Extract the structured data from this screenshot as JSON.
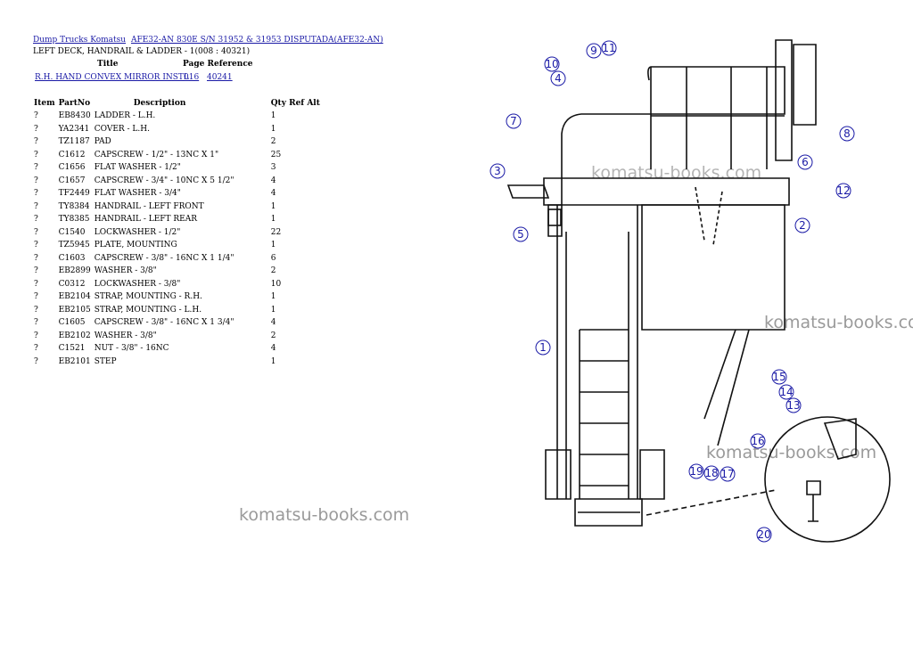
{
  "breadcrumb": {
    "category": "Dump Trucks Komatsu",
    "model": "AFE32-AN 830E S/N 31952 & 31953 DISPUTADA(AFE32-AN)"
  },
  "subtitle": "LEFT DECK, HANDRAIL & LADDER - 1(008 : 40321)",
  "reference_table": {
    "headers": {
      "title": "Title",
      "page": "Page Reference"
    },
    "rows": [
      {
        "title": "R.H. HAND CONVEX MIRROR INSTL",
        "page": "016",
        "ref": "40241"
      }
    ]
  },
  "parts_table": {
    "headers": {
      "item": "Item",
      "partno": "PartNo",
      "description": "Description",
      "qty": "Qty",
      "ref": "Ref",
      "alt": "Alt"
    },
    "rows": [
      {
        "item": "?",
        "partno": "EB8430",
        "description": "LADDER - L.H.",
        "qty": "1"
      },
      {
        "item": "?",
        "partno": "YA2341",
        "description": "COVER - L.H.",
        "qty": "1"
      },
      {
        "item": "?",
        "partno": "TZ1187",
        "description": "PAD",
        "qty": "2"
      },
      {
        "item": "?",
        "partno": "C1612",
        "description": "CAPSCREW - 1/2\" - 13NC X 1\"",
        "qty": "25"
      },
      {
        "item": "?",
        "partno": "C1656",
        "description": "FLAT WASHER - 1/2\"",
        "qty": "3"
      },
      {
        "item": "?",
        "partno": "C1657",
        "description": "CAPSCREW - 3/4\" - 10NC X 5 1/2\"",
        "qty": "4"
      },
      {
        "item": "?",
        "partno": "TF2449",
        "description": "FLAT WASHER - 3/4\"",
        "qty": "4"
      },
      {
        "item": "?",
        "partno": "TY8384",
        "description": "HANDRAIL - LEFT FRONT",
        "qty": "1"
      },
      {
        "item": "?",
        "partno": "TY8385",
        "description": "HANDRAIL - LEFT REAR",
        "qty": "1"
      },
      {
        "item": "?",
        "partno": "C1540",
        "description": "LOCKWASHER - 1/2\"",
        "qty": "22"
      },
      {
        "item": "?",
        "partno": "TZ5945",
        "description": "PLATE, MOUNTING",
        "qty": "1"
      },
      {
        "item": "?",
        "partno": "C1603",
        "description": "CAPSCREW - 3/8\" - 16NC X 1 1/4\"",
        "qty": "6"
      },
      {
        "item": "?",
        "partno": "EB2899",
        "description": "WASHER - 3/8\"",
        "qty": "2"
      },
      {
        "item": "?",
        "partno": "C0312",
        "description": "LOCKWASHER - 3/8\"",
        "qty": "10"
      },
      {
        "item": "?",
        "partno": "EB2104",
        "description": "STRAP, MOUNTING - R.H.",
        "qty": "1"
      },
      {
        "item": "?",
        "partno": "EB2105",
        "description": "STRAP, MOUNTING - L.H.",
        "qty": "1"
      },
      {
        "item": "?",
        "partno": "C1605",
        "description": "CAPSCREW - 3/8\" - 16NC X 1 3/4\"",
        "qty": "4"
      },
      {
        "item": "?",
        "partno": "EB2102",
        "description": "WASHER - 3/8\"",
        "qty": "2"
      },
      {
        "item": "?",
        "partno": "C1521",
        "description": "NUT - 3/8\" - 16NC",
        "qty": "4"
      },
      {
        "item": "?",
        "partno": "EB2101",
        "description": "STEP",
        "qty": "1"
      }
    ]
  },
  "watermark": "komatsu-books.com",
  "callouts": [
    "1",
    "2",
    "3",
    "4",
    "5",
    "6",
    "7",
    "8",
    "9",
    "10",
    "11",
    "12",
    "13",
    "14",
    "15",
    "16",
    "17",
    "18",
    "19",
    "20"
  ],
  "colors": {
    "link": "#1a1aa6",
    "callout": "#1a1aa6",
    "watermark": "#9a9a9a"
  }
}
